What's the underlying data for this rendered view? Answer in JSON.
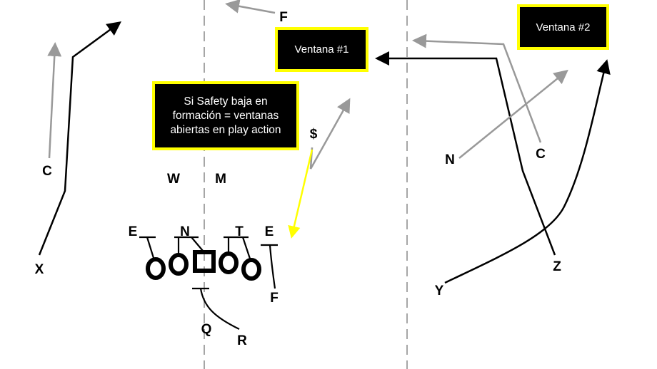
{
  "diagram": {
    "colors": {
      "route": "#000000",
      "secondary_route": "#999999",
      "highlight": "#ffff00",
      "box_bg": "#000000",
      "box_text": "#ffffff"
    },
    "callouts": {
      "window1": "Ventana #1",
      "window2": "Ventana #2",
      "note_line1": "Si Safety baja en",
      "note_line2": "formación = ventanas",
      "note_line3": "abiertas en play action"
    },
    "labels": {
      "X": "X",
      "C_left": "C",
      "F_top": "F",
      "dollar": "$",
      "W": "W",
      "M": "M",
      "E_left": "E",
      "N_line": "N",
      "T": "T",
      "E_right": "E",
      "F_right": "F",
      "Q": "Q",
      "R": "R",
      "N_right": "N",
      "C_right": "C",
      "Z": "Z",
      "Y": "Y"
    }
  }
}
